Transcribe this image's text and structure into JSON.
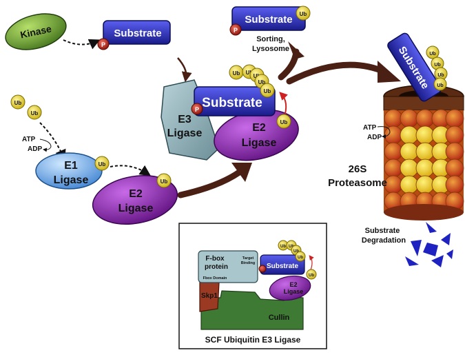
{
  "kinase": "Kinase",
  "substrate": "Substrate",
  "p": "P",
  "ub": "Ub",
  "sorting_line1": "Sorting,",
  "sorting_line2": "Lysosome",
  "e3_line1": "E3",
  "e3_line2": "Ligase",
  "e2_line1": "E2",
  "e2_line2": "Ligase",
  "e1_line1": "E1",
  "e1_line2": "Ligase",
  "atp": "ATP",
  "adp": "ADP",
  "proteasome_line1": "26S",
  "proteasome_line2": "Proteasome",
  "degradation_line1": "Substrate",
  "degradation_line2": "Degradation",
  "inset": {
    "fbox_line1": "F-box",
    "fbox_line2": "protein",
    "fbox_domain": "Fbox Domain",
    "target_line1": "Target",
    "target_line2": "Binding",
    "substrate": "Substrate",
    "skp1": "Skp1",
    "cullin": "Cullin",
    "e2_line1": "E2",
    "e2_line2": "Ligase",
    "caption": "SCF Ubiquitin E3 Ligase"
  },
  "colors": {
    "substrate_blue": "#2a2fb8",
    "kinase_green": "#5e9a2c",
    "e2_purple": "#8a1fb0",
    "e1_blue": "#4a90e0",
    "ub_yellow": "#e8d62a",
    "phospho_red": "#c0281c",
    "arrow_brown": "#4a1f14",
    "e3_gray": "#8fb0b8",
    "cullin_green": "#3f7a35",
    "skp1_red": "#9a3a22"
  }
}
